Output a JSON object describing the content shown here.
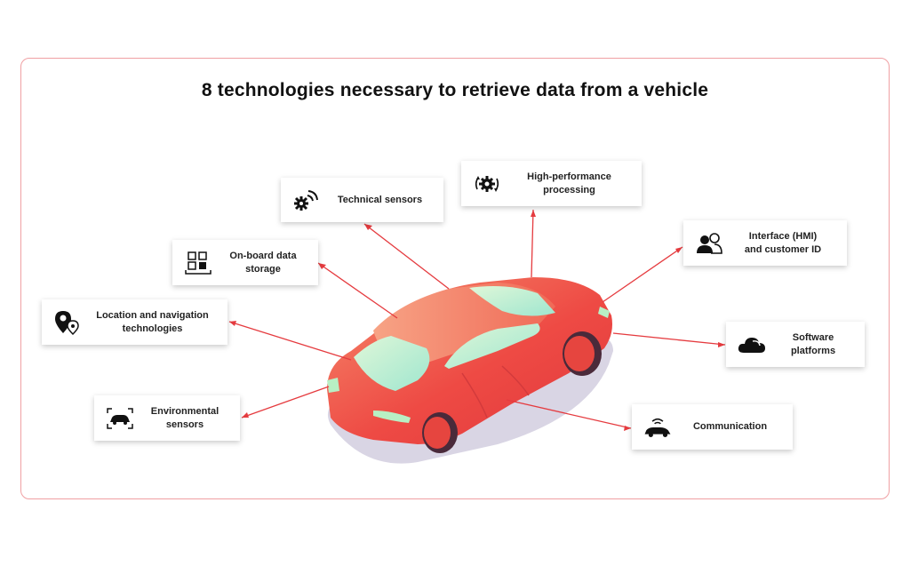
{
  "title": "8 technologies necessary to retrieve data from a vehicle",
  "colors": {
    "accent": "#e53b3f",
    "car_body": "#ee4a44",
    "window": "#bff0c6",
    "shadow": "#d8d4e3"
  },
  "technologies": [
    {
      "label_lines": [
        "Technical sensors"
      ],
      "icon": "gear-signal-icon"
    },
    {
      "label_lines": [
        "High-performance",
        "processing"
      ],
      "icon": "gear-cycle-icon"
    },
    {
      "label_lines": [
        "On-board data",
        "storage"
      ],
      "icon": "storage-blocks-icon"
    },
    {
      "label_lines": [
        "Interface (HMI)",
        "and customer ID"
      ],
      "icon": "users-icon"
    },
    {
      "label_lines": [
        "Location and navigation",
        "technologies"
      ],
      "icon": "location-pin-icon"
    },
    {
      "label_lines": [
        "Software",
        "platforms"
      ],
      "icon": "cloud-icon"
    },
    {
      "label_lines": [
        "Environmental",
        "sensors"
      ],
      "icon": "car-scan-icon"
    },
    {
      "label_lines": [
        "Communication"
      ],
      "icon": "car-wifi-icon"
    }
  ]
}
